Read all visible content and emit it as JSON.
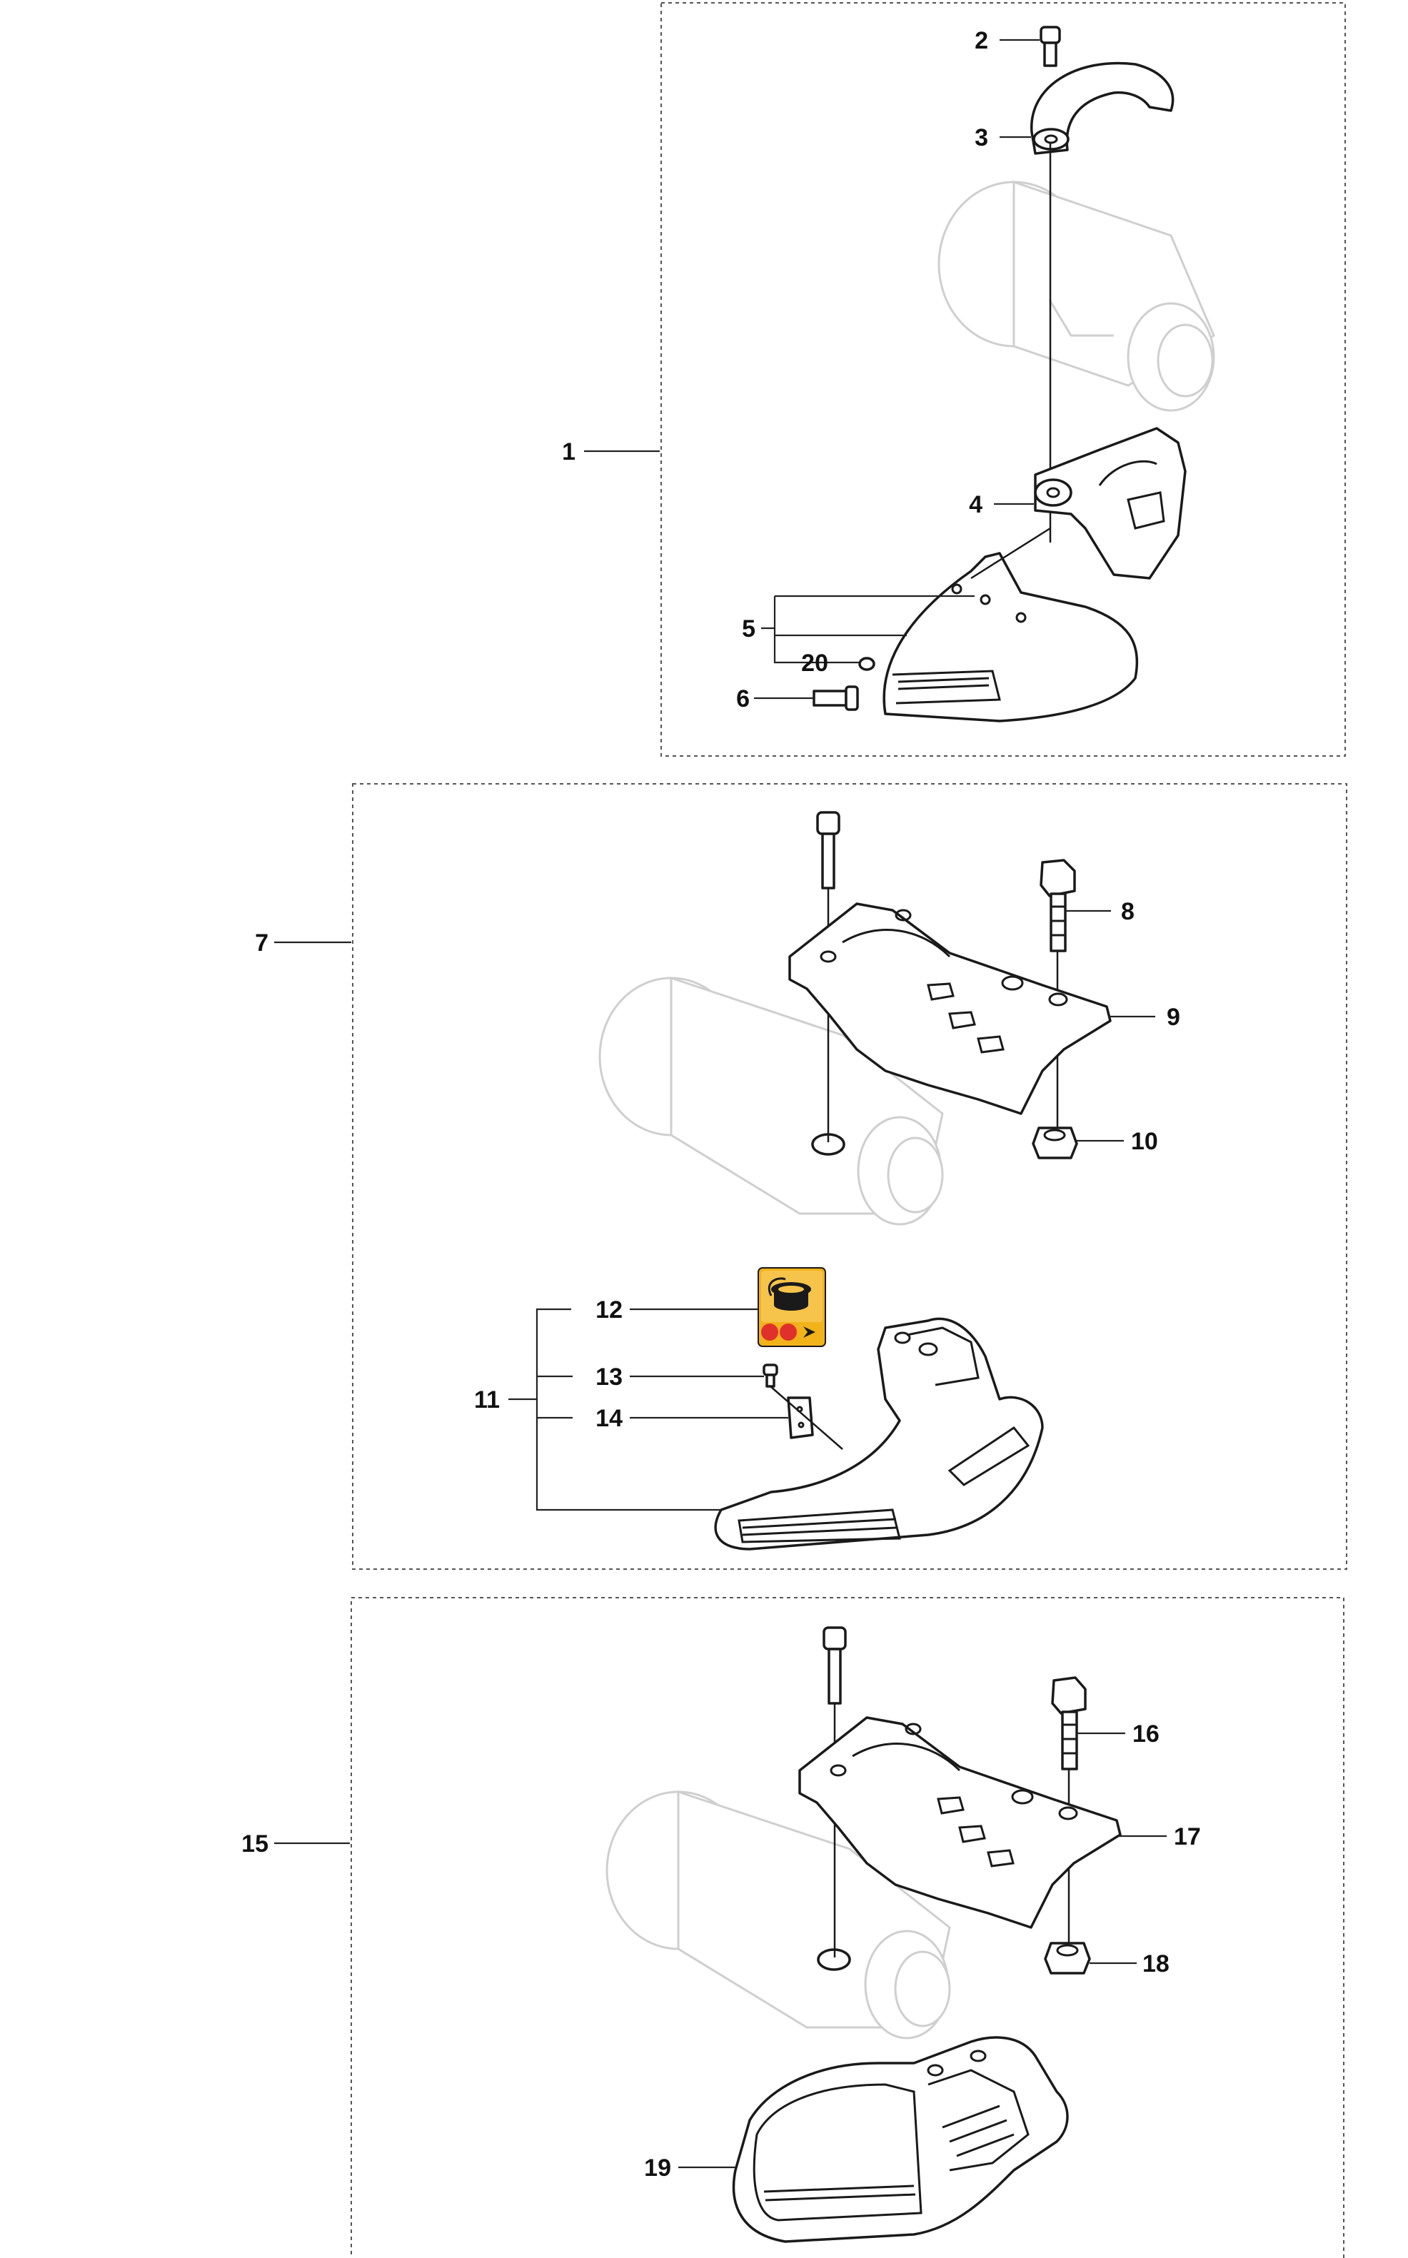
{
  "callouts": {
    "c1": "1",
    "c2": "2",
    "c3": "3",
    "c4": "4",
    "c5": "5",
    "c6": "6",
    "c20": "20",
    "c7": "7",
    "c8": "8",
    "c9": "9",
    "c10": "10",
    "c11": "11",
    "c12": "12",
    "c13": "13",
    "c14": "14",
    "c15": "15",
    "c16": "16",
    "c17": "17",
    "c18": "18",
    "c19": "19"
  },
  "colors": {
    "decal_yellow": "#f2b21a",
    "decal_red": "#e0302b",
    "ghost_outline": "#cfcfcf",
    "line": "#1a1a1a"
  },
  "icons": [
    "trimmer-head-spool-icon",
    "warning-dots-icon",
    "arrow-icon"
  ]
}
